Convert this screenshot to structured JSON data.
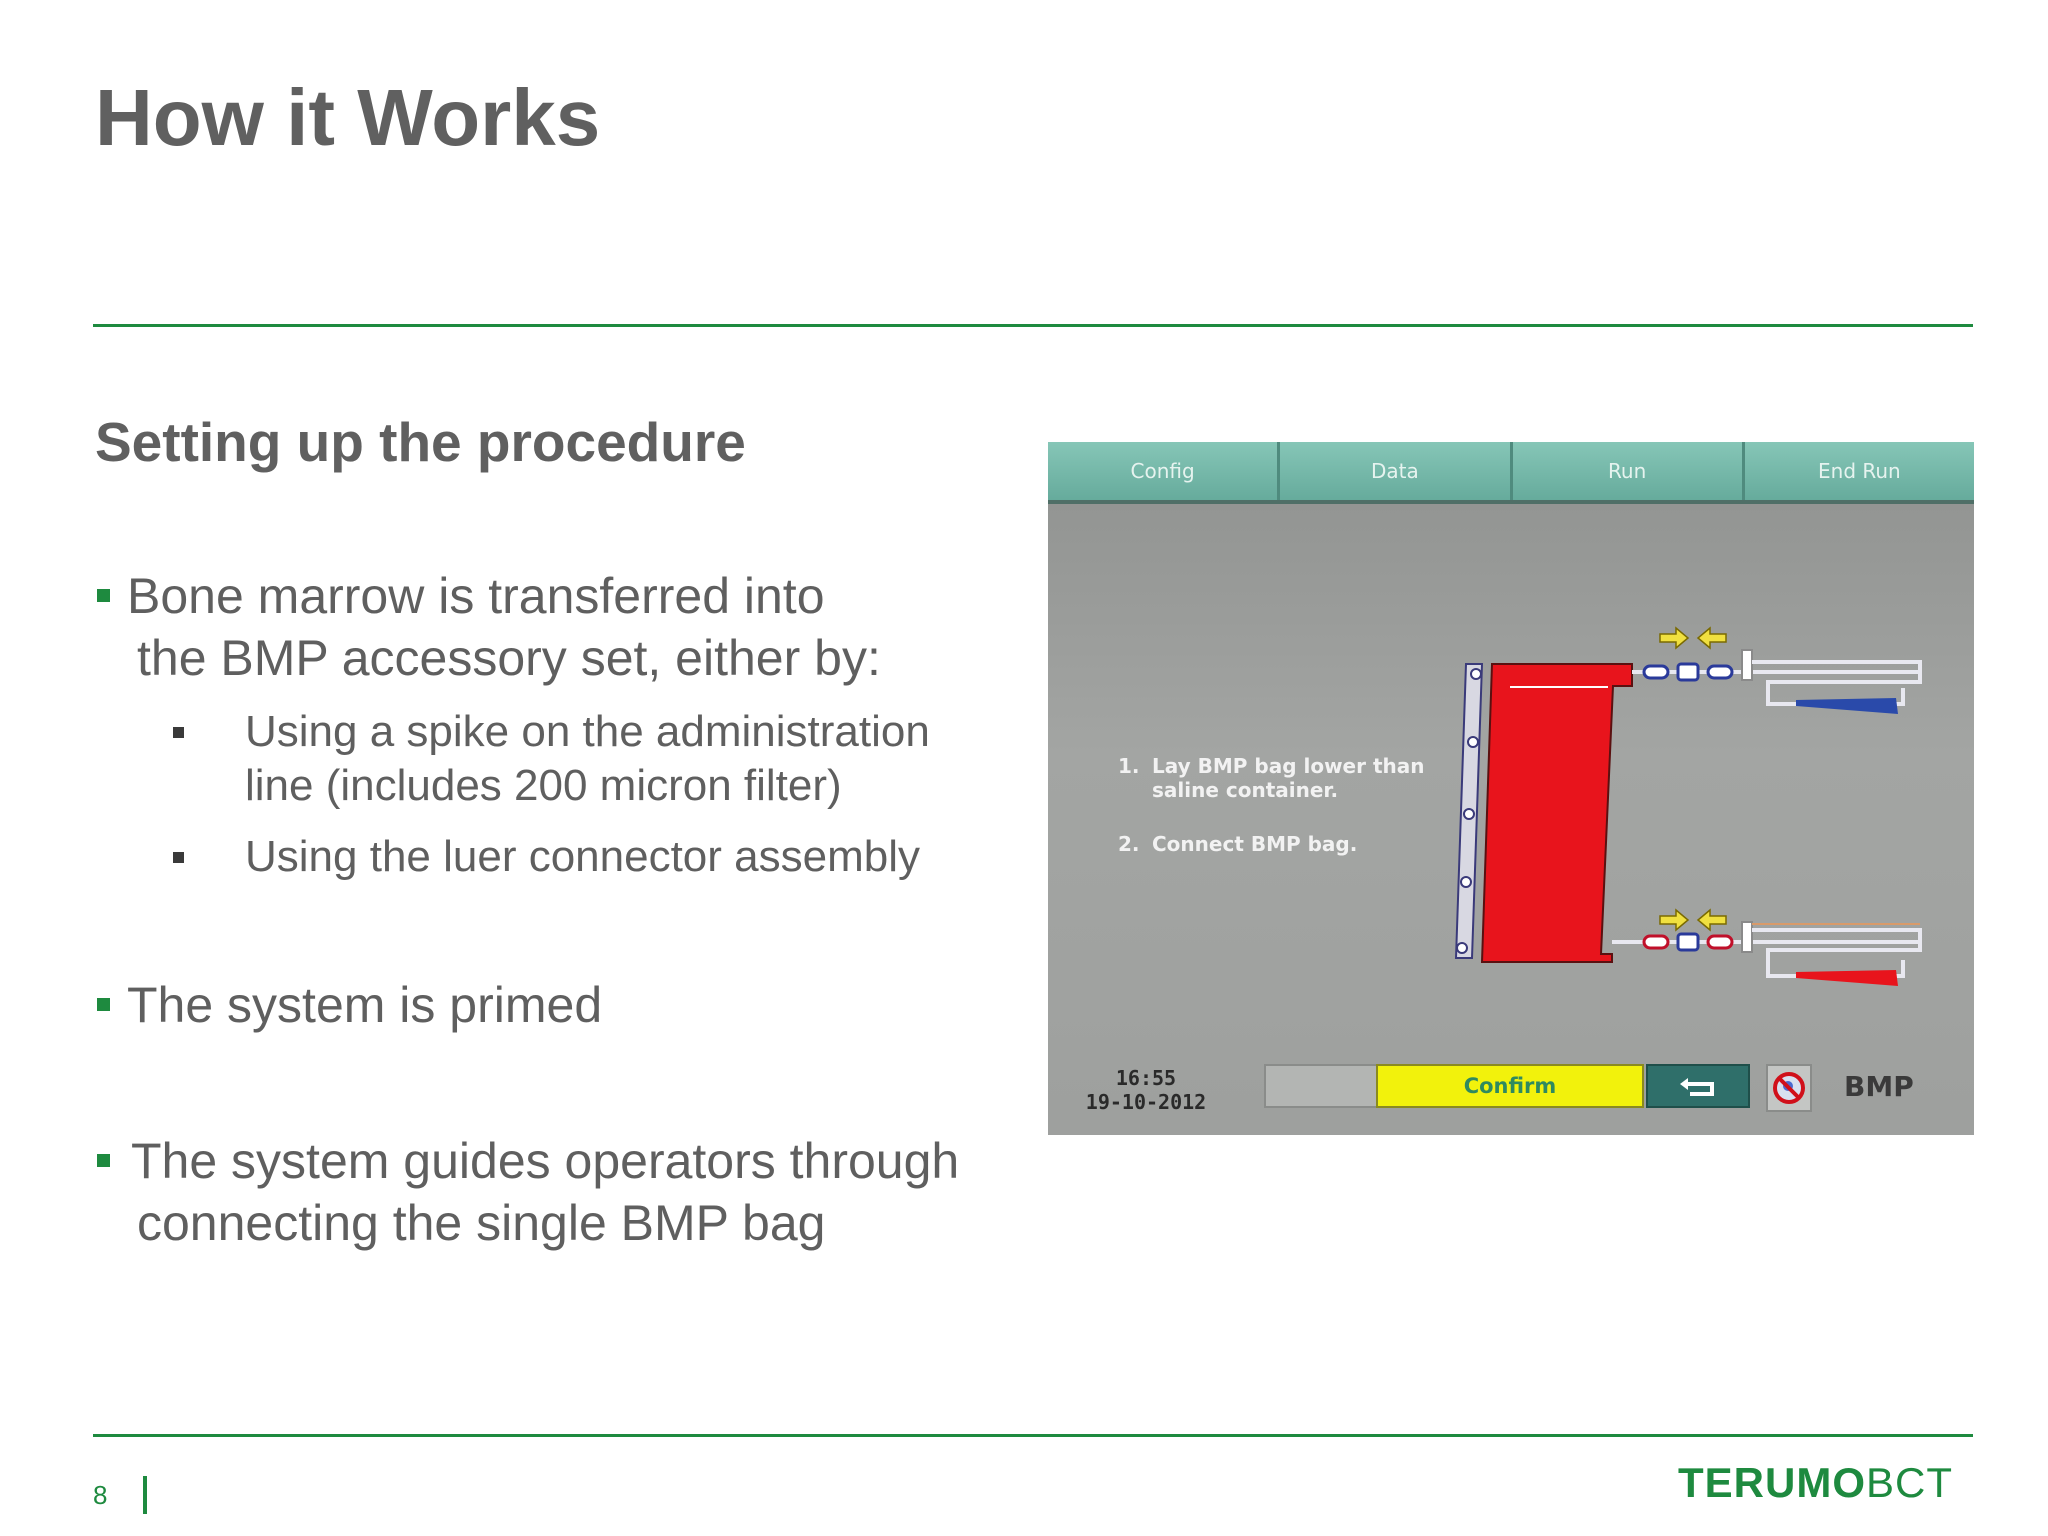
{
  "title": "How it Works",
  "subheading": "Setting up the procedure",
  "bullets": [
    {
      "lines": [
        "Bone marrow is transferred into",
        "the BMP accessory set, either by:"
      ],
      "sub": [
        {
          "lines": [
            "Using a spike on the administration",
            "line (includes 200 micron filter)"
          ]
        },
        {
          "lines": [
            "Using the luer connector assembly"
          ]
        }
      ]
    },
    {
      "lines": [
        "The system is primed"
      ]
    },
    {
      "lines": [
        "The system guides operators through",
        "connecting the single BMP bag"
      ]
    }
  ],
  "device_screen": {
    "tabs": [
      "Config",
      "Data",
      "Run",
      "End Run"
    ],
    "instructions": [
      {
        "num": "1.",
        "text": "Lay BMP bag lower than saline container."
      },
      {
        "num": "2.",
        "text": "Connect BMP bag."
      }
    ],
    "time": "16:55",
    "date": "19-10-2012",
    "confirm_label": "Confirm",
    "mode": "BMP",
    "icons": [
      "back-arrow-icon",
      "no-sign-icon"
    ],
    "colors": {
      "tab": "#6fb5a6",
      "confirm": "#f2f20c",
      "bag": "#e8141c"
    }
  },
  "footer": {
    "page_number": "8",
    "logo_bold": "TERUMO",
    "logo_light": "BCT"
  },
  "colors": {
    "accent": "#1e8a3f",
    "text": "#5f5f5f"
  }
}
